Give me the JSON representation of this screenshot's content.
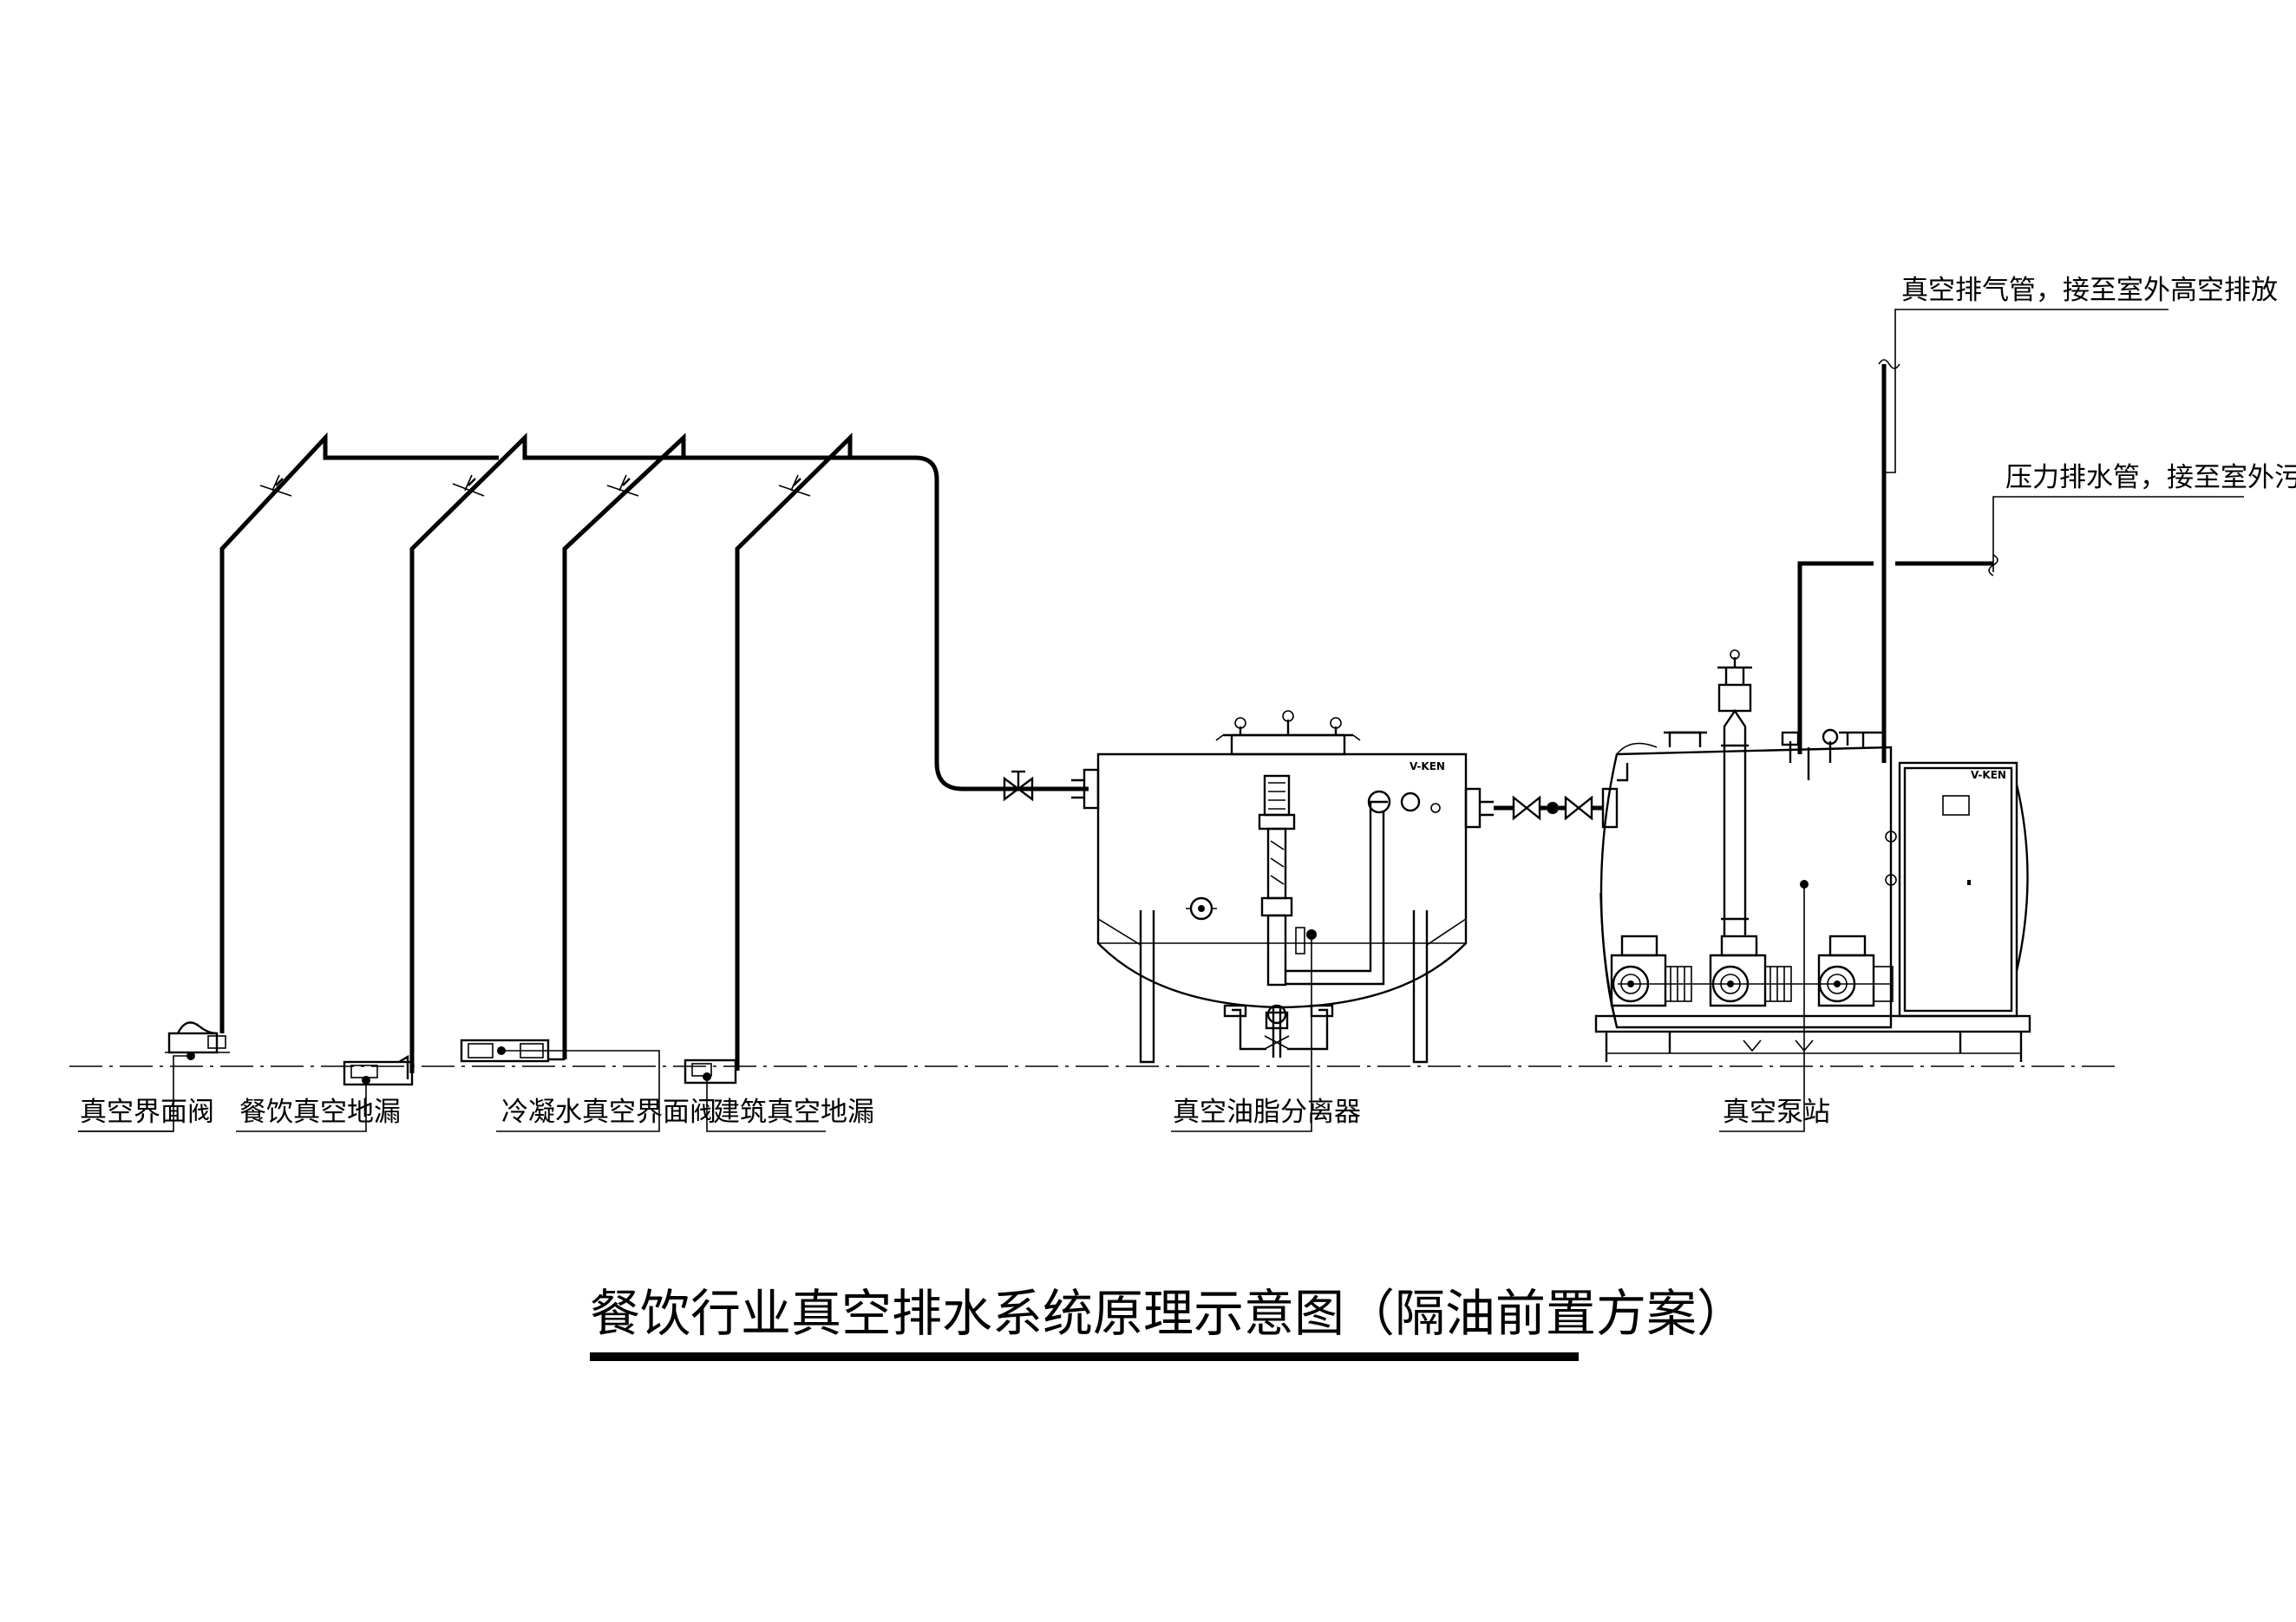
{
  "diagram": {
    "title": "餐饮行业真空排水系统原理示意图（隔油前置方案）",
    "labels": {
      "vacuum_interface_valve": "真空界面阀",
      "catering_vacuum_floor_drain": "餐饮真空地漏",
      "condensate_vacuum_interface_valve": "冷凝水真空界面阀",
      "building_vacuum_floor_drain": "建筑真空地漏",
      "vacuum_grease_separator": "真空油脂分离器",
      "vacuum_pump_station": "真空泵站",
      "vacuum_exhaust_pipe": "真空排气管，接至室外高空排放",
      "pressure_drain_pipe": "压力排水管，接至室外污水井"
    },
    "brand": "V-KEN",
    "colors": {
      "line": "#000000",
      "background": "#ffffff"
    }
  }
}
